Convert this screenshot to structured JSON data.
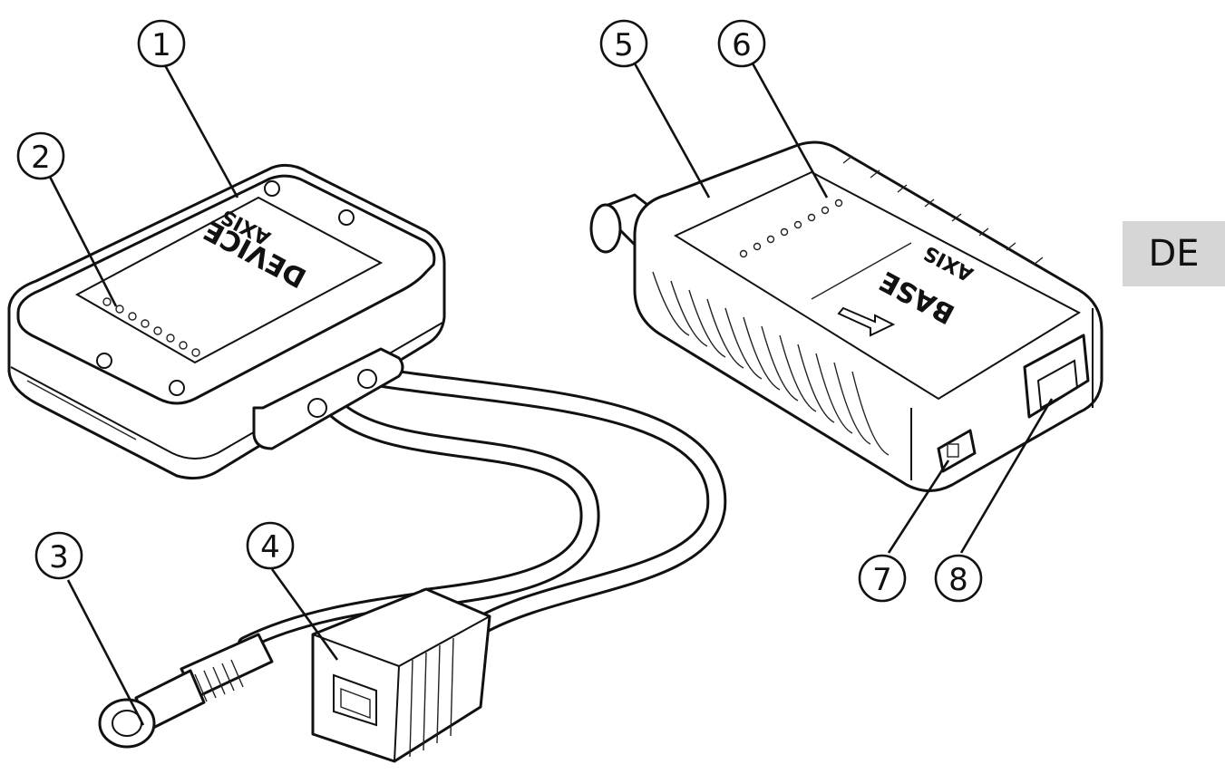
{
  "lang_tab": {
    "label": "DE"
  },
  "device_unit": {
    "logo": "AXIS",
    "label": "DEVICE"
  },
  "base_unit": {
    "logo": "AXIS",
    "label": "BASE"
  },
  "callouts": [
    {
      "number": "1"
    },
    {
      "number": "2"
    },
    {
      "number": "3"
    },
    {
      "number": "4"
    },
    {
      "number": "5"
    },
    {
      "number": "6"
    },
    {
      "number": "7"
    },
    {
      "number": "8"
    }
  ]
}
